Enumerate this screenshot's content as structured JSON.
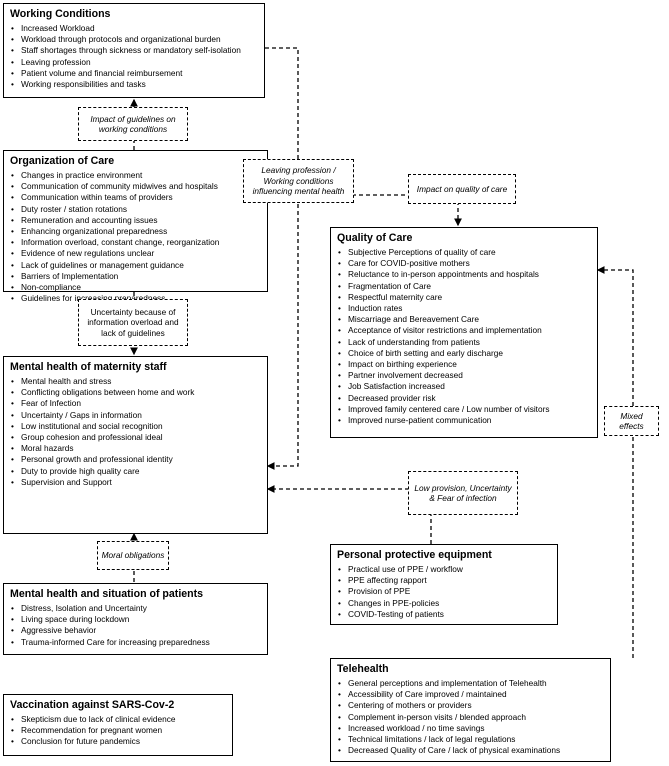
{
  "boxes": {
    "working_conditions": {
      "title": "Working Conditions",
      "items": [
        "Increased Workload",
        "Workload through protocols and organizational burden",
        "Staff shortages through sickness or mandatory self-isolation",
        "Leaving profession",
        "Patient volume and financial reimbursement",
        "Working responsibilities and tasks"
      ]
    },
    "organization_of_care": {
      "title": "Organization of Care",
      "items": [
        "Changes in practice environment",
        "Communication of community midwives and hospitals",
        "Communication within teams of providers",
        "Duty roster / station rotations",
        "Remuneration and accounting issues",
        "Enhancing organizational preparedness",
        "Information overload, constant change, reorganization",
        "Evidence of new regulations unclear",
        "Lack of guidelines or management guidance",
        "Barriers of Implementation",
        "Non-compliance",
        "Guidelines for increasing preparedness"
      ]
    },
    "mental_health_staff": {
      "title": "Mental health of maternity staff",
      "items": [
        "Mental health and stress",
        "Conflicting obligations between home and work",
        "Fear of Infection",
        "Uncertainty / Gaps in information",
        "Low institutional and social recognition",
        "Group cohesion and professional ideal",
        "Moral hazards",
        "Personal growth and professional identity",
        "Duty to provide high quality care",
        "Supervision and Support"
      ]
    },
    "mental_health_patients": {
      "title": "Mental health and situation of patients",
      "items": [
        "Distress, Isolation and Uncertainty",
        "Living space during lockdown",
        "Aggressive behavior",
        "Trauma-informed  Care for increasing preparedness"
      ]
    },
    "vaccination": {
      "title": "Vaccination against SARS-Cov-2",
      "items": [
        "Skepticism due to lack of clinical evidence",
        "Recommendation for pregnant women",
        "Conclusion for future pandemics"
      ]
    },
    "quality_of_care": {
      "title": "Quality of Care",
      "items": [
        "Subjective Perceptions of quality of care",
        "Care for COVID-positive mothers",
        "Reluctance to in-person appointments  and hospitals",
        "Fragmentation of Care",
        "Respectful maternity care",
        "Induction rates",
        "Miscarriage and Bereavement Care",
        "Acceptance of visitor restrictions and implementation",
        "Lack of understanding from patients",
        "Choice of birth setting and early discharge",
        "Impact on birthing experience",
        "Partner involvement decreased",
        "Job Satisfaction increased",
        "Decreased provider risk",
        "Improved  family centered care / Low number of visitors",
        "Improved nurse-patient communication"
      ]
    },
    "ppe": {
      "title": "Personal protective equipment",
      "items": [
        "Practical use of PPE / workflow",
        "PPE affecting rapport",
        "Provision of PPE",
        "Changes in PPE-policies",
        "COVID-Testing of patients"
      ]
    },
    "telehealth": {
      "title": "Telehealth",
      "items": [
        "General perceptions and implementation of Telehealth",
        "Accessibility of Care improved / maintained",
        "Centering of mothers or providers",
        "Complement  in-person visits / blended approach",
        "Increased workload  / no time savings",
        "Technical limitations / lack of legal regulations",
        "Decreased Quality of Care / lack of physical examinations"
      ]
    }
  },
  "labels": {
    "impact_guidelines": "Impact of guidelines on working conditions",
    "leaving_profession": "Leaving profession / Working conditions influencing mental health",
    "impact_quality": "Impact on quality of care",
    "uncertainty": "Uncertainty because of information overload and lack of guidelines",
    "moral_obligations": "Moral obligations",
    "low_provision": "Low provision, Uncertainty & Fear of infection",
    "mixed_effects": "Mixed effects"
  }
}
